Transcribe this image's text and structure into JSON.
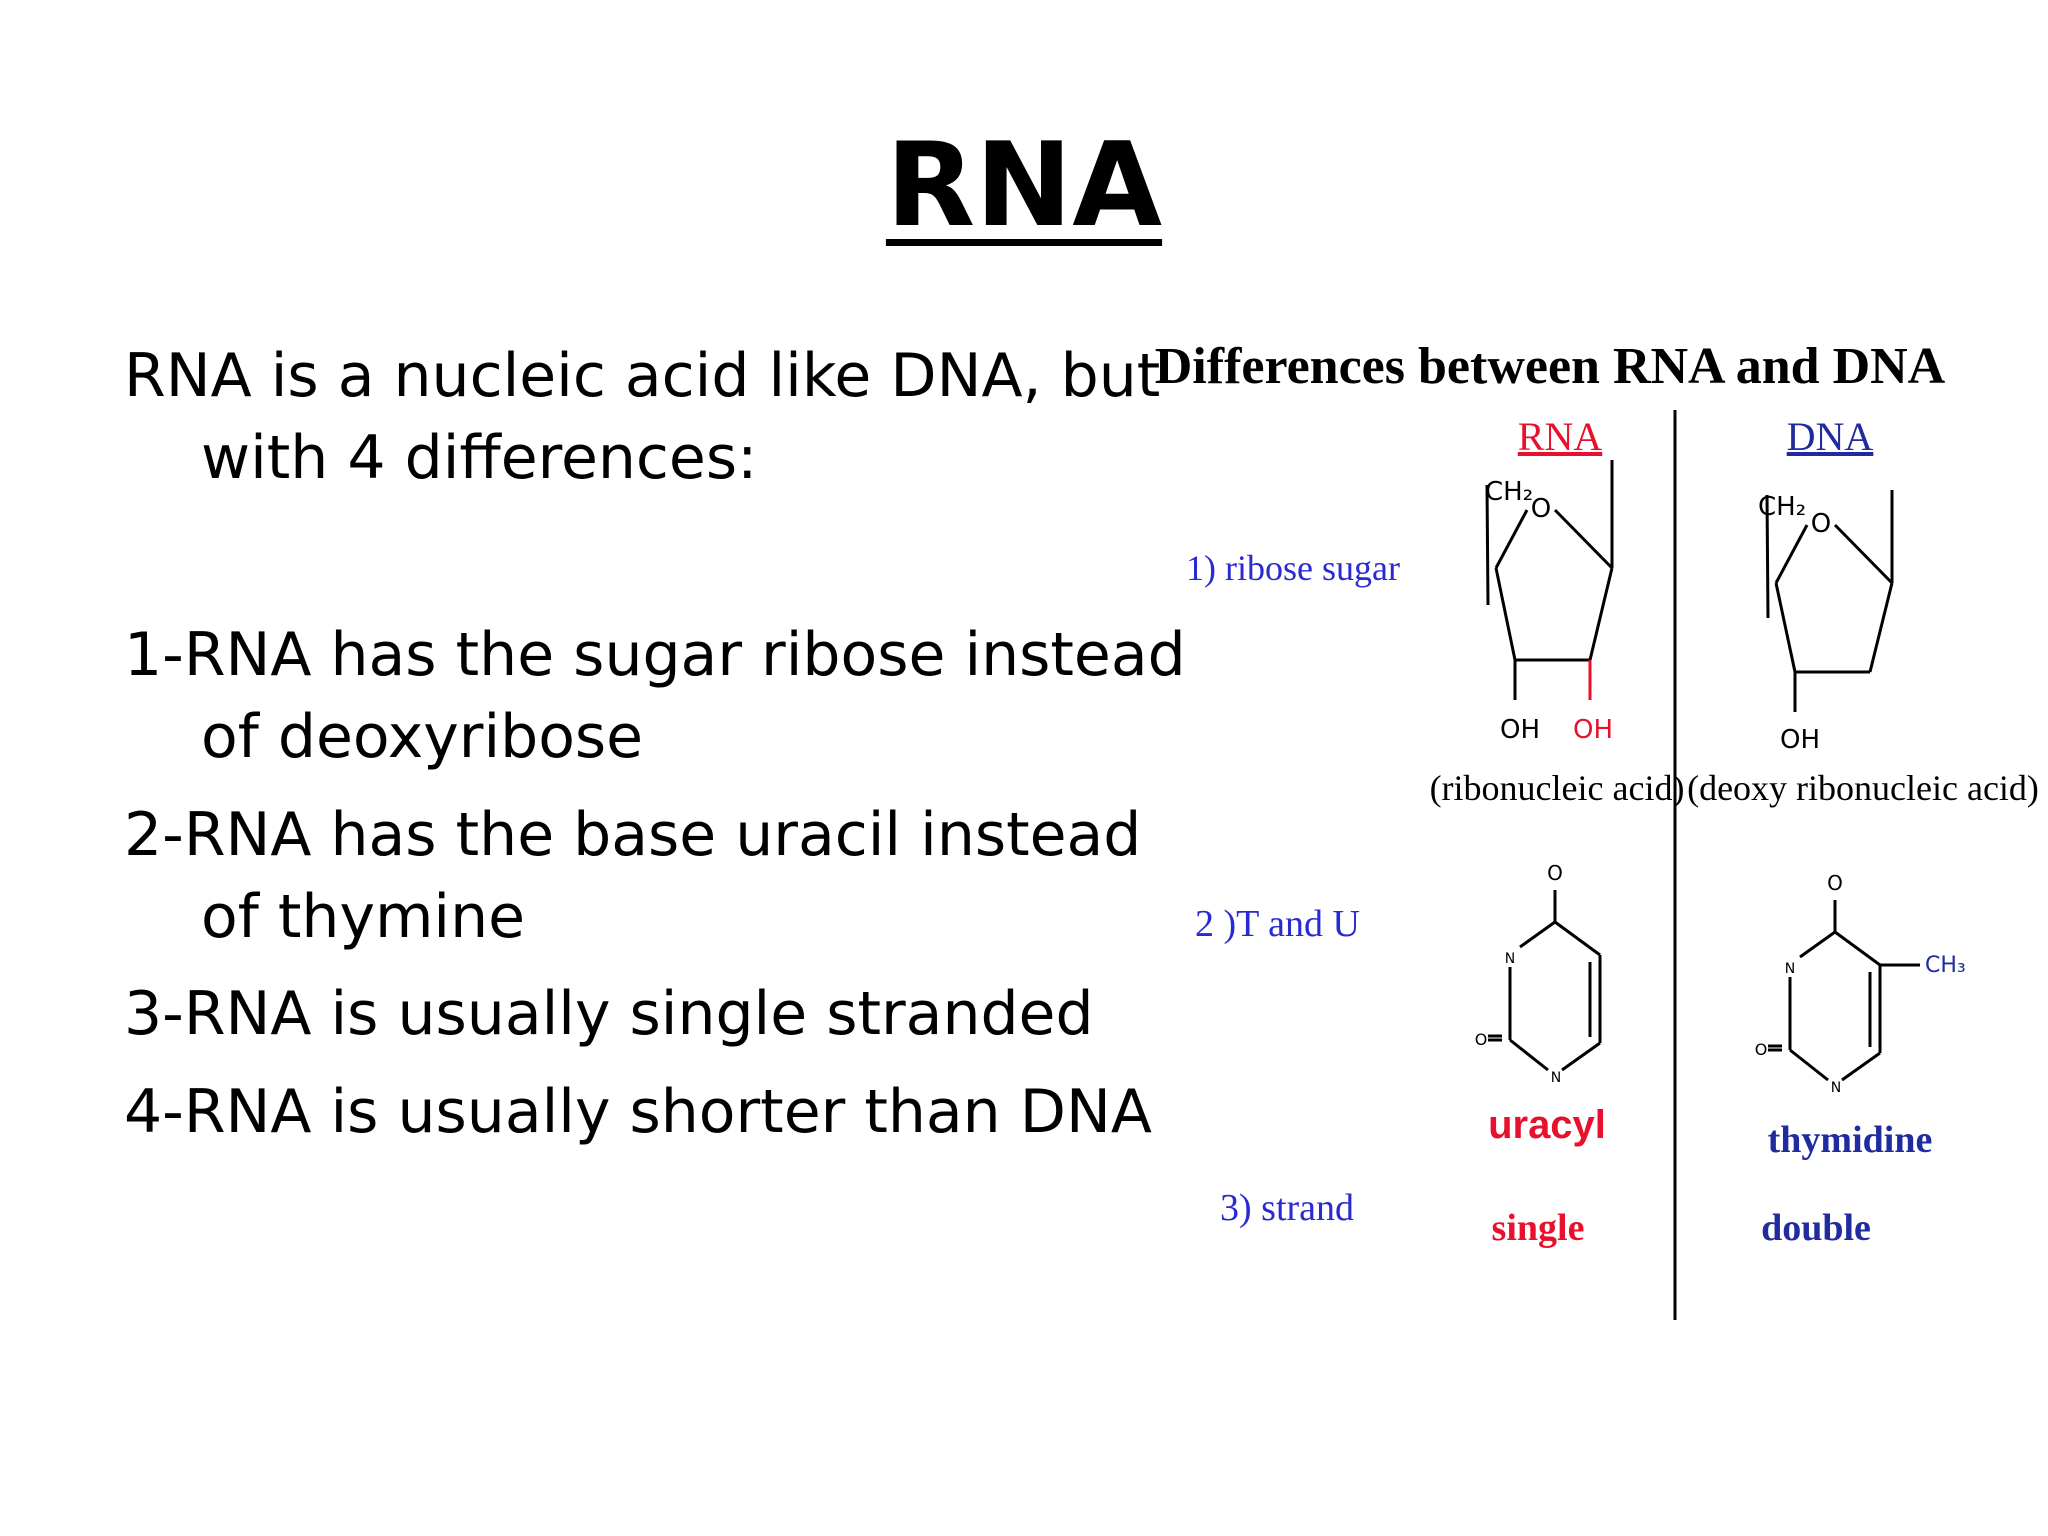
{
  "slide": {
    "title": "RNA",
    "intro": "RNA is a nucleic acid like DNA, but with  4 differences:",
    "points": [
      "1-RNA has the sugar ribose instead of deoxyribose",
      " 2-RNA has the base uracil instead of thymine",
      "3-RNA is usually single stranded",
      "4-RNA is usually shorter than DNA"
    ]
  },
  "diagram": {
    "title": "Differences between RNA and DNA",
    "columns": {
      "rna": "RNA",
      "dna": "DNA"
    },
    "rows": {
      "sugar": "1) ribose sugar",
      "base": "2 )T and U",
      "strand": "3) strand"
    },
    "sugar": {
      "ch2": "CH₂",
      "ring_o": "O",
      "oh": "OH",
      "rna_name": "(ribonucleic acid)",
      "dna_name": "(deoxy ribonucleic acid)"
    },
    "bases": {
      "o": "O",
      "n": "N",
      "ch3": "CH₃",
      "rna_base": "uracyl",
      "dna_base": "thymidine"
    },
    "strands": {
      "rna": "single",
      "dna": "double"
    },
    "colors": {
      "rna": "#e8112d",
      "dna": "#1f2b9e",
      "label": "#2a2ad2"
    }
  }
}
